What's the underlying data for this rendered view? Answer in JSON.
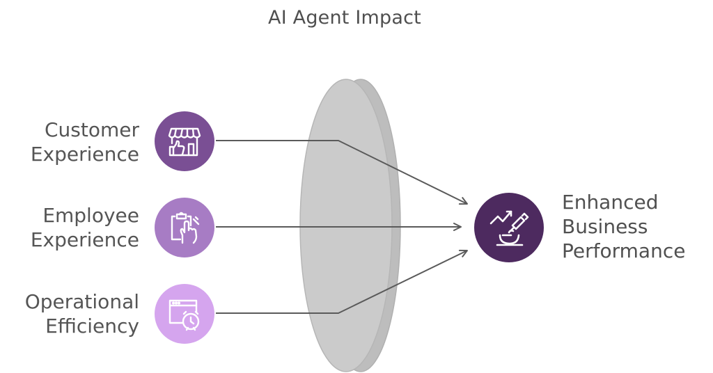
{
  "title": "AI Agent Impact",
  "inputs": [
    {
      "line1": "Customer",
      "line2": "Experience",
      "icon": "storefront-thumbs-up-icon",
      "color": "#7a4f94"
    },
    {
      "line1": "Employee",
      "line2": "Experience",
      "icon": "clipboard-hand-icon",
      "color": "#a77cc4"
    },
    {
      "line1": "Operational",
      "line2": "Efficiency",
      "icon": "browser-clock-icon",
      "color": "#d5a5ee"
    }
  ],
  "output": {
    "line1": "Enhanced",
    "line2": "Business",
    "line3": "Performance",
    "icon": "chart-microscope-icon",
    "color": "#4d2a5f"
  },
  "colors": {
    "lens_fill": "#c9c9c9",
    "lens_edge": "#b4b4b4",
    "arrow": "#5a5a5a",
    "text": "#555555"
  }
}
